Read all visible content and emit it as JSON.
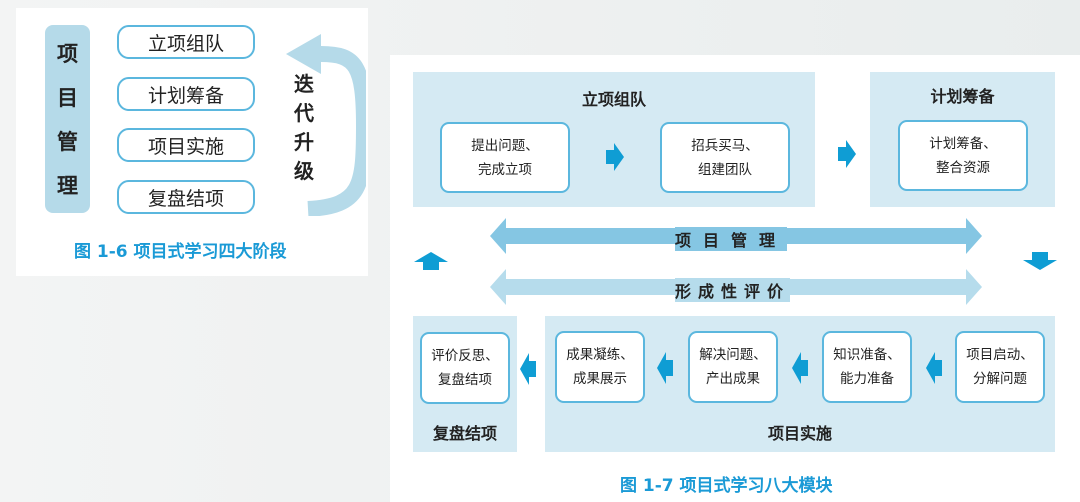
{
  "fig6": {
    "side": [
      "项",
      "目",
      "管",
      "理"
    ],
    "stages": [
      "立项组队",
      "计划筹备",
      "项目实施",
      "复盘结项"
    ],
    "loop": [
      "迭",
      "代",
      "升",
      "级"
    ],
    "caption": "图 1-6   项目式学习四大阶段"
  },
  "fig7": {
    "zones": {
      "team": "立项组队",
      "plan": "计划筹备",
      "close": "复盘结项",
      "impl": "项目实施"
    },
    "modules": {
      "m1": [
        "提出问题、",
        "完成立项"
      ],
      "m2": [
        "招兵买马、",
        "组建团队"
      ],
      "m3": [
        "计划筹备、",
        "整合资源"
      ],
      "m4": [
        "项目启动、",
        "分解问题"
      ],
      "m5": [
        "知识准备、",
        "能力准备"
      ],
      "m6": [
        "解决问题、",
        "产出成果"
      ],
      "m7": [
        "成果凝练、",
        "成果展示"
      ],
      "m8": [
        "评价反思、",
        "复盘结项"
      ]
    },
    "bars": {
      "pm": "项目管理",
      "eval": "形成性评价"
    },
    "caption": "图 1-7   项目式学习八大模块"
  },
  "colors": {
    "accent": "#1a9ad6",
    "zone": "#d5eaf3",
    "bar1": "#85c6e3",
    "bar2": "#b6dcec"
  }
}
